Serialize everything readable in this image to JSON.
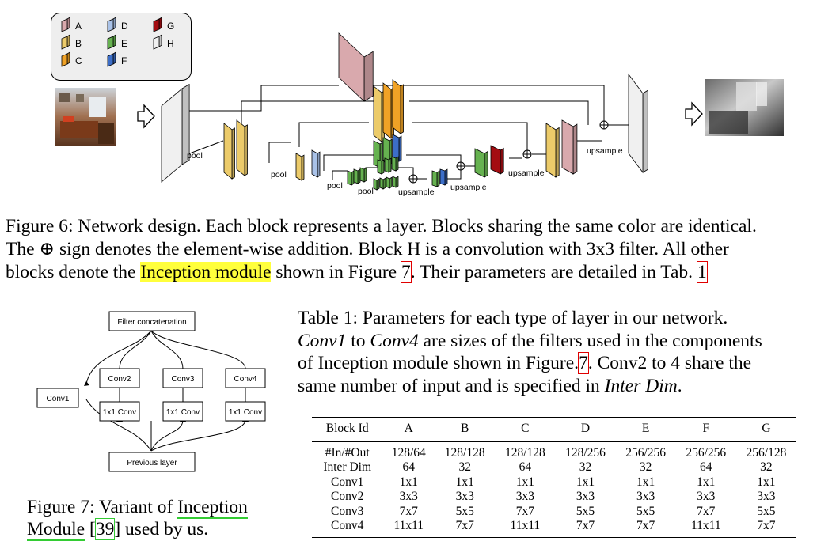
{
  "figure6": {
    "legend": [
      {
        "letter": "A",
        "color": "#d9a9ad"
      },
      {
        "letter": "B",
        "color": "#eccb6a"
      },
      {
        "letter": "C",
        "color": "#f0a226"
      },
      {
        "letter": "D",
        "color": "#a9c2e8"
      },
      {
        "letter": "E",
        "color": "#66b250"
      },
      {
        "letter": "F",
        "color": "#3c6ec8"
      },
      {
        "letter": "G",
        "color": "#a40d12"
      },
      {
        "letter": "H",
        "color": "#f0f0f0"
      }
    ],
    "labels": {
      "pool": "pool",
      "upsample": "upsample"
    },
    "caption": {
      "line1": "Figure 6:  Network design. Each block represents a layer. Blocks sharing the same color are identical.",
      "line2": "The ⊕ sign denotes the element-wise addition. Block H is a convolution with 3x3 filter. All other",
      "line3_pre": "blocks denote the ",
      "line3_hl": "Inception module",
      "line3_mid": " shown in Figure ",
      "line3_ref1": "7",
      "line3_post": ". Their parameters are detailed in Tab. ",
      "line3_ref2": "1"
    }
  },
  "figure7": {
    "nodes": {
      "concat": "Filter concatenation",
      "conv1": "Conv1",
      "conv2": "Conv2",
      "conv3": "Conv3",
      "conv4": "Conv4",
      "c1x1": "1x1 Conv",
      "prev": "Previous layer"
    },
    "caption": {
      "pre": "Figure 7: Variant of ",
      "link1": "Inception",
      "link2": "Module",
      "bracket_open": " [",
      "ref": "39",
      "post": "] used by us."
    }
  },
  "table1": {
    "caption": {
      "line1": "Table 1:  Parameters for each type of layer in our network.",
      "line2_i1": "Conv1",
      "line2_m": " to ",
      "line2_i2": "Conv4",
      "line2_post": " are sizes of the filters used in the components",
      "line3_pre": "of Inception module shown in Figure.",
      "line3_ref": "7",
      "line3_post": ". Conv2 to 4 share the",
      "line4_pre": "same number of input and is specified in ",
      "line4_i": "Inter Dim",
      "line4_post": "."
    },
    "headers": [
      "Block Id",
      "A",
      "B",
      "C",
      "D",
      "E",
      "F",
      "G"
    ],
    "rows": [
      [
        "#In/#Out",
        "128/64",
        "128/128",
        "128/128",
        "128/256",
        "256/256",
        "256/256",
        "256/128"
      ],
      [
        "Inter Dim",
        "64",
        "32",
        "64",
        "32",
        "32",
        "64",
        "32"
      ],
      [
        "Conv1",
        "1x1",
        "1x1",
        "1x1",
        "1x1",
        "1x1",
        "1x1",
        "1x1"
      ],
      [
        "Conv2",
        "3x3",
        "3x3",
        "3x3",
        "3x3",
        "3x3",
        "3x3",
        "3x3"
      ],
      [
        "Conv3",
        "7x7",
        "5x5",
        "7x7",
        "5x5",
        "5x5",
        "7x7",
        "5x5"
      ],
      [
        "Conv4",
        "11x11",
        "7x7",
        "11x11",
        "7x7",
        "7x7",
        "11x11",
        "7x7"
      ]
    ]
  }
}
